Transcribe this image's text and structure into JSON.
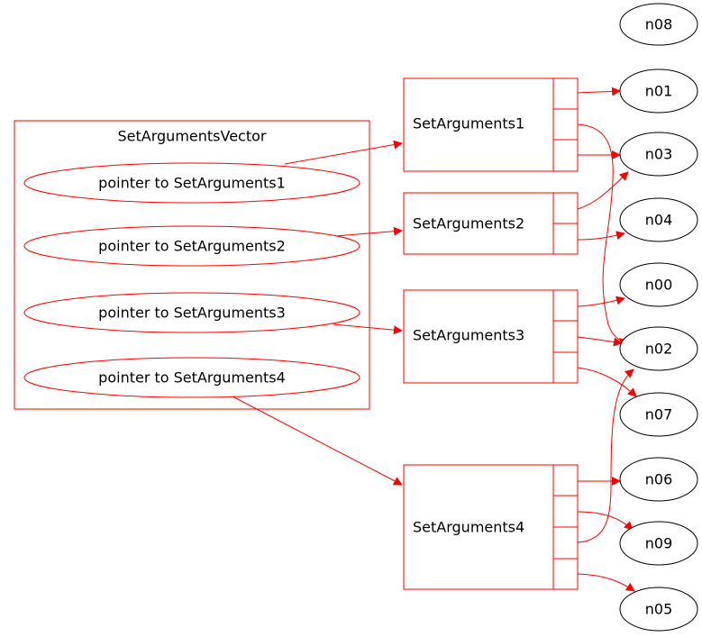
{
  "diagram": {
    "colors": {
      "accent": "#ff0000",
      "node_stroke": "#000000",
      "background": "#ffffff"
    },
    "cluster": {
      "label": "SetArgumentsVector",
      "pointers": [
        {
          "id": "p1",
          "label": "pointer to SetArguments1"
        },
        {
          "id": "p2",
          "label": "pointer to SetArguments2"
        },
        {
          "id": "p3",
          "label": "pointer to SetArguments3"
        },
        {
          "id": "p4",
          "label": "pointer to SetArguments4"
        }
      ]
    },
    "records": [
      {
        "id": "sa1",
        "label": "SetArguments1"
      },
      {
        "id": "sa2",
        "label": "SetArguments2"
      },
      {
        "id": "sa3",
        "label": "SetArguments3"
      },
      {
        "id": "sa4",
        "label": "SetArguments4"
      }
    ],
    "nodes": [
      {
        "id": "n08",
        "label": "n08"
      },
      {
        "id": "n01",
        "label": "n01"
      },
      {
        "id": "n03",
        "label": "n03"
      },
      {
        "id": "n04",
        "label": "n04"
      },
      {
        "id": "n00",
        "label": "n00"
      },
      {
        "id": "n02",
        "label": "n02"
      },
      {
        "id": "n07",
        "label": "n07"
      },
      {
        "id": "n06",
        "label": "n06"
      },
      {
        "id": "n09",
        "label": "n09"
      },
      {
        "id": "n05",
        "label": "n05"
      }
    ],
    "edges": [
      {
        "from": "p1",
        "to": "sa1"
      },
      {
        "from": "p2",
        "to": "sa2"
      },
      {
        "from": "p3",
        "to": "sa3"
      },
      {
        "from": "p4",
        "to": "sa4"
      },
      {
        "from": "sa1.port1",
        "to": "n01"
      },
      {
        "from": "sa1.port2",
        "to": "n02"
      },
      {
        "from": "sa1.port3",
        "to": "n03"
      },
      {
        "from": "sa2.port1",
        "to": "n03"
      },
      {
        "from": "sa2.port2",
        "to": "n04"
      },
      {
        "from": "sa3.port1",
        "to": "n00"
      },
      {
        "from": "sa3.port2",
        "to": "n02"
      },
      {
        "from": "sa3.port3",
        "to": "n07"
      },
      {
        "from": "sa4.port1",
        "to": "n06"
      },
      {
        "from": "sa4.port2",
        "to": "n09"
      },
      {
        "from": "sa4.port3",
        "to": "n02"
      },
      {
        "from": "sa4.port4",
        "to": "n05"
      }
    ]
  }
}
